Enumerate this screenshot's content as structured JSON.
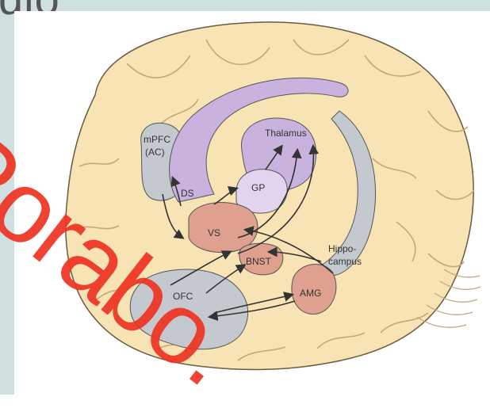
{
  "slide": {
    "top_text": "dio"
  },
  "diagram": {
    "labels": {
      "mpfc_line1": "mPFC",
      "mpfc_line2": "(AC)",
      "thalamus": "Thalamus",
      "gp": "GP",
      "ds": "DS",
      "vs": "VS",
      "bnst": "BNST",
      "hippo_line1": "Hippo-",
      "hippo_line2": "campus",
      "amg": "AMG",
      "ofc": "OFC"
    }
  },
  "watermark": {
    "text": "Porabo."
  },
  "colors": {
    "brain": "#f8e3b4",
    "purple": "#c9b2dd",
    "grey_region": "#c3c9ce",
    "salmon": "#dfa08f",
    "watermark": "#ee3322"
  }
}
